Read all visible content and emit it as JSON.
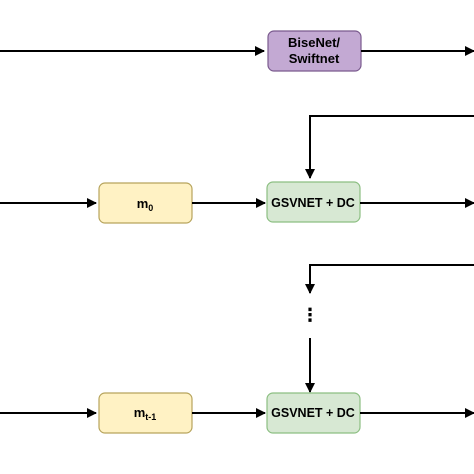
{
  "colors": {
    "line": "#000000",
    "bisenet_fill": "#c3a9d3",
    "bisenet_stroke": "#7a5a8e",
    "m_fill": "#fff2c4",
    "m_stroke": "#b7a45c",
    "gsvnet_fill": "#d7e8d3",
    "gsvnet_stroke": "#8cbf82"
  },
  "nodes": {
    "bisenet": {
      "line1": "BiseNet/",
      "line2": "Swiftnet"
    },
    "m0": {
      "base": "m",
      "sub": "0"
    },
    "gsvnet_top": {
      "label": "GSVNET + DC"
    },
    "ellipsis": {
      "label": "⋮"
    },
    "mt1": {
      "base": "m",
      "sub": "t-1"
    },
    "gsvnet_bottom": {
      "label": "GSVNET + DC"
    }
  }
}
